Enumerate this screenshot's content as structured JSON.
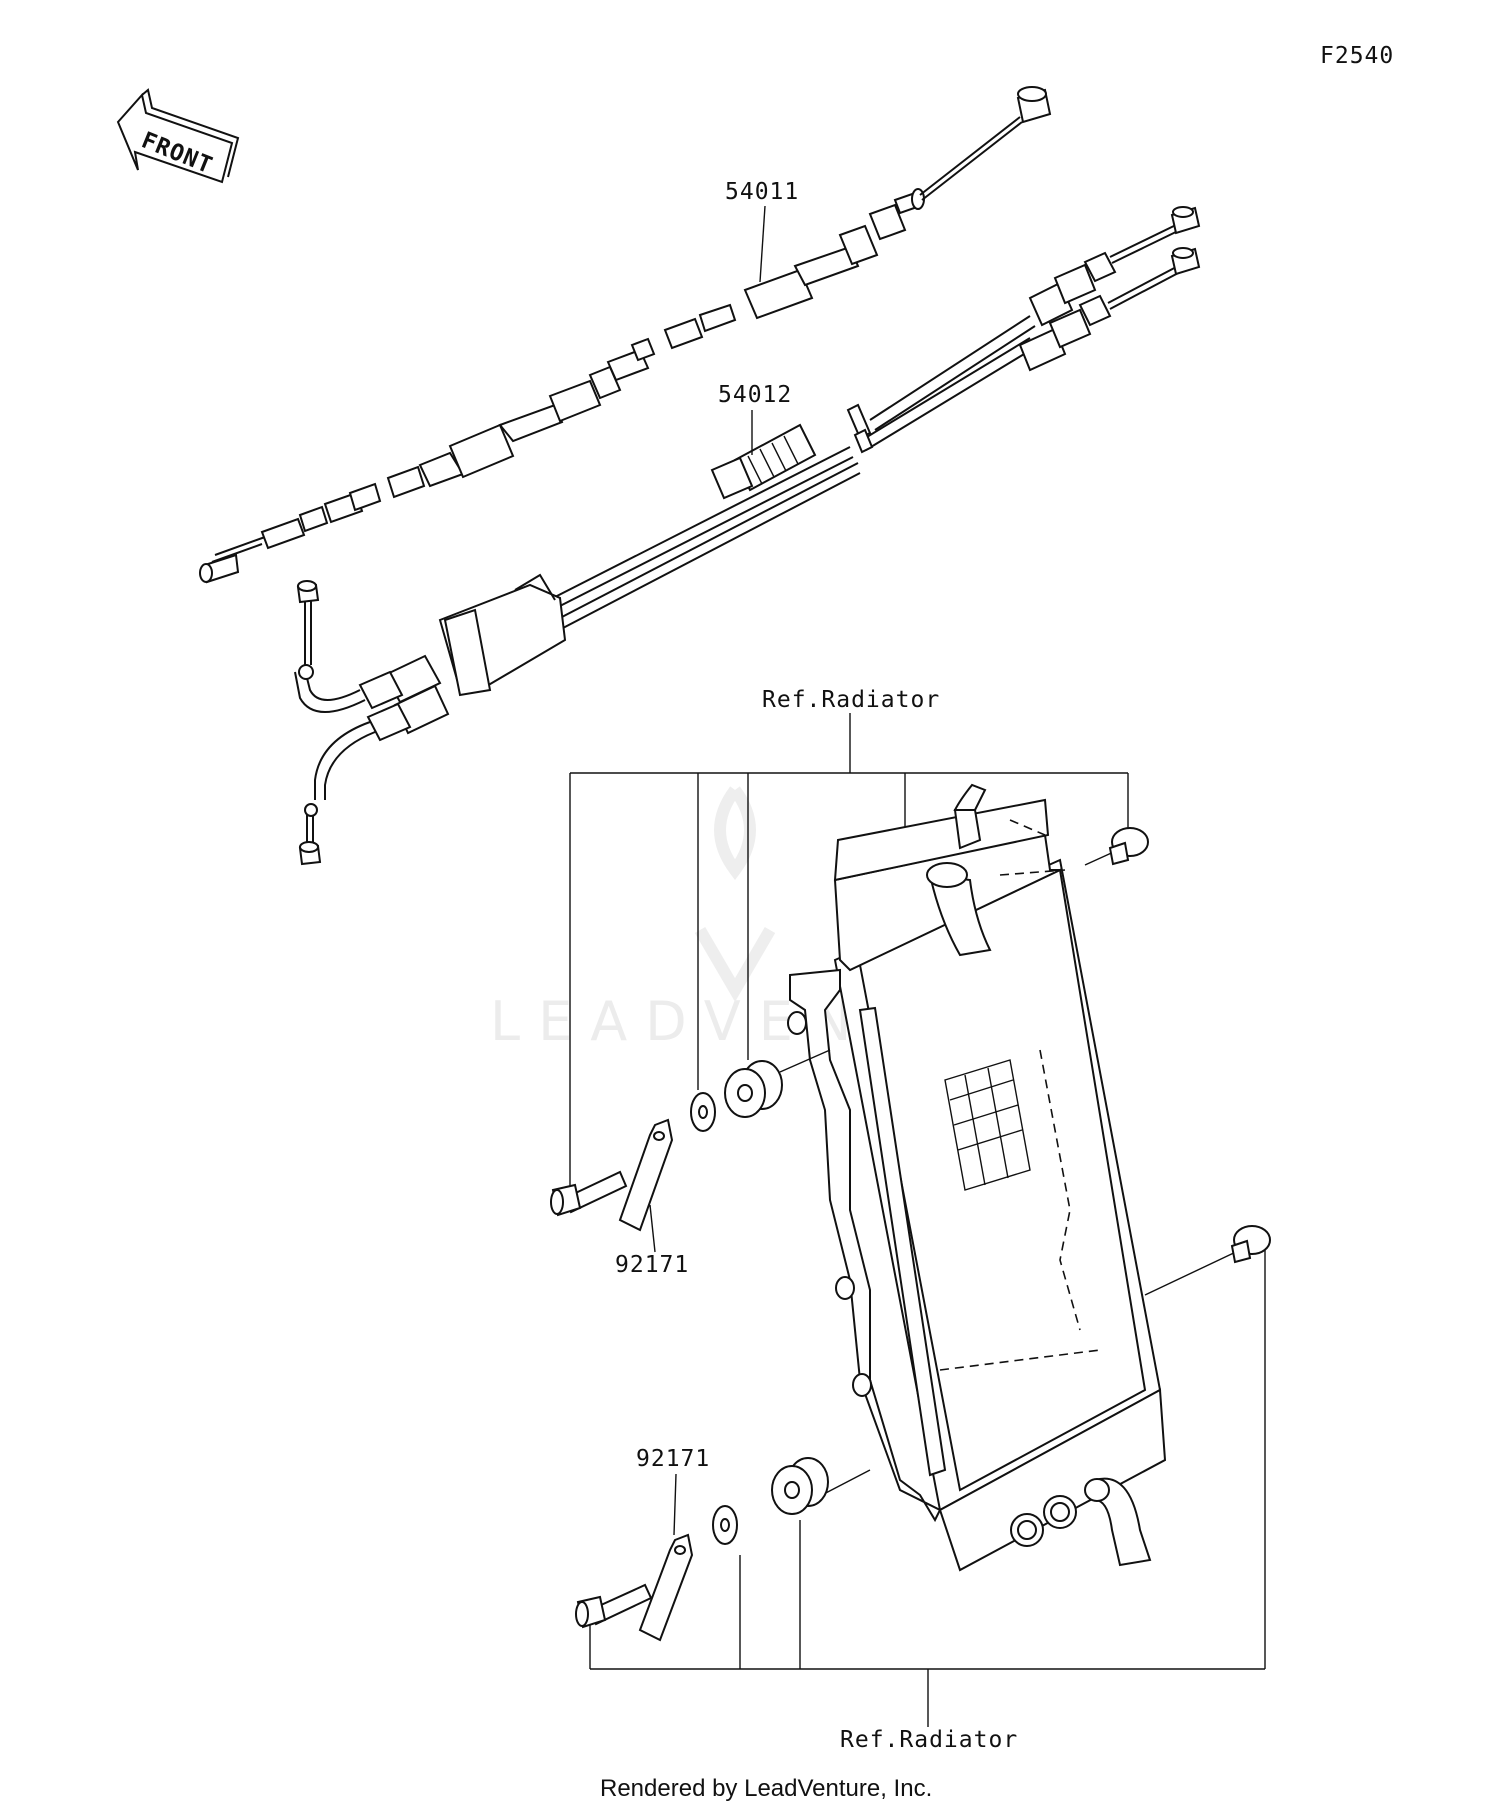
{
  "figure_code": "F2540",
  "front_arrow": "FRONT",
  "watermark": "LEADVENTURE",
  "callouts": {
    "cable_top": "54011",
    "cable_dual": "54012",
    "ref_top": "Ref.Radiator",
    "clamp_upper": "92171",
    "clamp_lower": "92171",
    "ref_bottom": "Ref.Radiator"
  },
  "footer": "Rendered by LeadVenture, Inc."
}
